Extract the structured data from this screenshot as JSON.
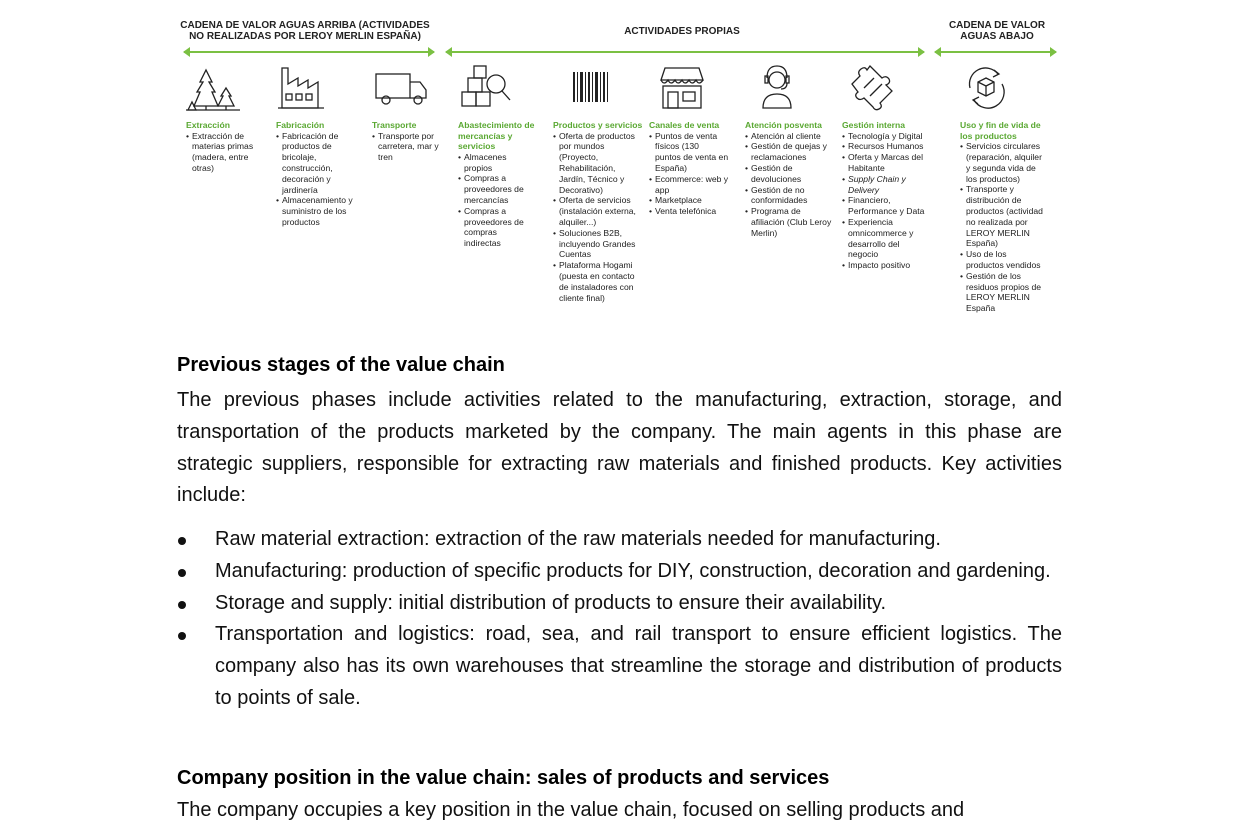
{
  "diagram": {
    "headers": {
      "upstream": "CADENA DE VALOR AGUAS ARRIBA (ACTIVIDADES\nNO REALIZADAS POR LEROY MERLIN ESPAÑA)",
      "own": "ACTIVIDADES PROPIAS",
      "downstream": "CADENA DE VALOR\nAGUAS ABAJO"
    },
    "accent_color": "#7bc043",
    "stages": [
      {
        "icon": "trees-icon",
        "title": "Extracción",
        "items": [
          "Extracción de\nmaterias primas\n(madera, entre\notras)"
        ]
      },
      {
        "icon": "factory-icon",
        "title": "Fabricación",
        "items": [
          "Fabricación de\nproductos de\nbricolaje,\nconstrucción,\ndecoración y\njardinería",
          "Almacenamiento y\nsuministro de los\nproductos"
        ]
      },
      {
        "icon": "truck-icon",
        "title": "Transporte",
        "items": [
          "Transporte por\ncarretera, mar y\ntren"
        ]
      },
      {
        "icon": "boxes-search-icon",
        "title": "Abastecimiento de\nmercancías y\nservicios",
        "items": [
          "Almacenes\npropios",
          "Compras a\nproveedores de\nmercancías",
          "Compras a\nproveedores de\ncompras\nindirectas"
        ]
      },
      {
        "icon": "barcode-icon",
        "title": "Productos y servicios",
        "items": [
          "Oferta de productos\npor mundos\n(Proyecto,\nRehabilitación,\nJardín, Técnico y\nDecorativo)",
          "Oferta de servicios\n(instalación externa,\nalquiler...)",
          "Soluciones B2B,\nincluyendo Grandes\nCuentas",
          "Plataforma Hogami\n(puesta en contacto\nde instaladores con\ncliente final)"
        ]
      },
      {
        "icon": "store-icon",
        "title": "Canales de venta",
        "items": [
          "Puntos de venta\nfísicos (130\npuntos de venta en\nEspaña)",
          "Ecommerce: web y\napp",
          "Marketplace",
          "Venta telefónica"
        ]
      },
      {
        "icon": "headset-icon",
        "title": "Atención posventa",
        "items": [
          "Atención al cliente",
          "Gestión de quejas y\nreclamaciones",
          "Gestión de\ndevoluciones",
          "Gestión de no\nconformidades",
          "Programa de\nafiliación (Club Leroy\nMerlin)"
        ]
      },
      {
        "icon": "puzzle-icon",
        "title": "Gestión interna",
        "items": [
          "Tecnología y Digital",
          "Recursos Humanos",
          "Oferta y Marcas del\nHabitante",
          "Supply Chain y\nDelivery",
          "Financiero,\nPerformance y Data",
          "Experiencia\nomnicommerce y\ndesarrollo del\nnegocio",
          "Impacto positivo"
        ],
        "italic_index": 3
      },
      {
        "icon": "circular-box-icon",
        "title": "Uso y fin de vida de\nlos productos",
        "items": [
          "Servicios circulares\n(reparación, alquiler\ny segunda vida de\nlos productos)",
          "Transporte y\ndistribución de\nproductos (actividad\nno realizada por\nLEROY MERLIN\nEspaña)",
          "Uso de los\nproductos vendidos",
          "Gestión de los\nresiduos propios de\nLEROY MERLIN\nEspaña"
        ]
      }
    ]
  },
  "section1": {
    "heading": "Previous stages of the value chain",
    "paragraph": "The previous phases include activities related to the manufacturing, extraction, storage, and transportation of the products marketed by the company. The main agents in this phase are strategic suppliers, responsible for extracting raw materials and finished products. Key activities include:",
    "bullets": [
      "Raw material extraction: extraction of the raw materials needed for manufacturing.",
      "Manufacturing: production of specific products for DIY, construction, decoration and gardening.",
      "Storage and supply: initial distribution of products to ensure their availability.",
      "Transportation and logistics: road, sea, and rail transport to ensure efficient logistics. The company also has its own warehouses that streamline the storage and distribution of products to points of sale."
    ]
  },
  "section2": {
    "heading": "Company position in the value chain: sales of products and services",
    "paragraph": "The company occupies a key position in the value chain, focused on selling products and"
  }
}
